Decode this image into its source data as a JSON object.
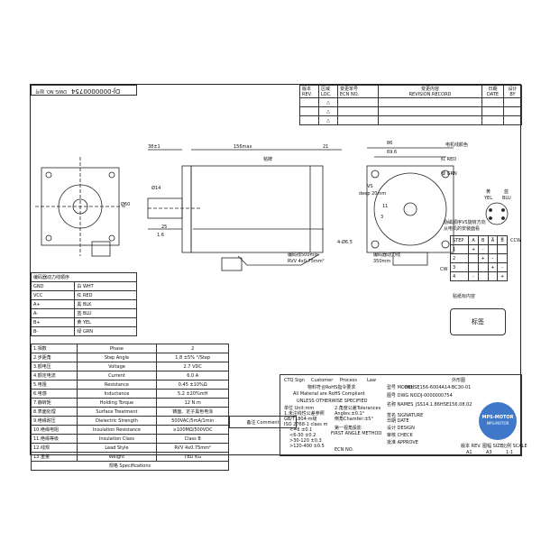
{
  "drawing_no_label": "DWG NO. 图号",
  "drawing_no": "DJ-0000000754",
  "revision_block": {
    "headers": [
      {
        "cn": "版本",
        "en": "REV."
      },
      {
        "cn": "区域",
        "en": "LOC."
      },
      {
        "cn": "变更单号",
        "en": "ECN NO."
      },
      {
        "cn": "变更内容",
        "en": "REVISION RECORD"
      },
      {
        "cn": "日期",
        "en": "DATE"
      },
      {
        "cn": "设计",
        "en": "BY"
      }
    ],
    "rows": [
      "△",
      "△",
      "△"
    ]
  },
  "dimensions": {
    "d38": "38±1",
    "d156": "156max",
    "d21": "21",
    "d86": "86",
    "d69": "69.6",
    "d25": "25",
    "d16": "1.6",
    "shaft": "Ø14",
    "boss": "Ø60",
    "holes": "4-Ø6.5",
    "lead_label": "铭牌",
    "vs": "VS",
    "deep": "deep 20mm",
    "val11": "11",
    "val3": "3",
    "cable1": "编码线500min",
    "cable1b": "RVV 4x0.75mm²",
    "cable2": "编码器动力线",
    "cable2b": "350mm"
  },
  "motor_wiring": {
    "title": "电机线颜色",
    "red": "红 RED",
    "grn": "绿 GRN",
    "yel_cn": "黄",
    "yel_en": "YEL",
    "blu_cn": "蓝",
    "blu_en": "BLU"
  },
  "step_table": {
    "title1": "励磁顺序VS旋转方向",
    "title2": "从电机的安装面看",
    "headers": [
      "STEP",
      "A",
      "B",
      "A̅",
      "B̅"
    ],
    "rows": [
      [
        "1",
        "+",
        "-",
        "",
        ""
      ],
      [
        "2",
        "",
        "+",
        "-",
        ""
      ],
      [
        "3",
        "",
        "",
        "+",
        "-"
      ],
      [
        "4",
        "-",
        "",
        "",
        "+"
      ]
    ],
    "ccw": "CCW",
    "cw": "CW"
  },
  "label_area": {
    "title": "贴纸标内容",
    "content": "标签"
  },
  "encoder_table": {
    "title": "编码器动力线顺序",
    "rows": [
      [
        "GND",
        "白 WHT"
      ],
      [
        "VCC",
        "红 RED"
      ],
      [
        "A+",
        "黑 BLK"
      ],
      [
        "A-",
        "蓝 BLU"
      ],
      [
        "B+",
        "黄 YEL"
      ],
      [
        "B-",
        "绿 GRN"
      ]
    ]
  },
  "specs": {
    "rows": [
      [
        "1.相数",
        "Phase",
        "2"
      ],
      [
        "2.步距角",
        "Step Angle",
        "1.8 ±5% °/Step"
      ],
      [
        "3.额电压",
        "Voltage",
        "2.7 VDC"
      ],
      [
        "4.额定电流",
        "Current",
        "6.0 A"
      ],
      [
        "5.电阻",
        "Resistance",
        "0.45 ±10%Ω"
      ],
      [
        "6.电感",
        "Inductance",
        "5.2 ±20%mH"
      ],
      [
        "7.静转矩",
        "Holding Torque",
        "12 N.m"
      ],
      [
        "8.表面处理",
        "Surface Treatment",
        "铸面、定子黑色电泳"
      ],
      [
        "9.绝缘耐压",
        "Dielectric Strength",
        "500VAC/5mA/1min"
      ],
      [
        "10.绝缘电阻",
        "Insulation Resistance",
        "≥100MΩ/500VDC"
      ],
      [
        "11.绝缘等级",
        "Insulation Class",
        "Class B"
      ],
      [
        "12.线规",
        "Lead Style",
        "RVV 4x0.75mm²"
      ],
      [
        "13.重量",
        "Weight",
        "TBD KG"
      ]
    ],
    "footer_spec": "规格 Specifications",
    "footer_comment": "备注 Comment"
  },
  "title_block": {
    "ctq_sign": "CTQ Sign",
    "customer": "Customer",
    "process": "Process",
    "law": "Law",
    "rohs_cn": "物料符合RoHS指令要求",
    "rohs_en": "All Material are RoHS Compliant",
    "unless": "UNLESS OTHERWISE SPECIFIED",
    "unit": "单位 Unit:mm",
    "std1": "1.未注线性公差参照",
    "std2": "GB/T1804-m级",
    "std3": "ISO 2768-1 class m",
    "tol": [
      [
        "<=6",
        "±0.1"
      ],
      [
        "<6-30",
        "±0.2"
      ],
      [
        ">30-120",
        "±0.3"
      ],
      [
        ">120-400",
        "±0.5"
      ]
    ],
    "angle1": "2.角度公差Tolerances",
    "angle2": "Angles:±0.1°",
    "angle3": "倒角Chamfer:±5°",
    "proj_cn": "第一视角投影",
    "proj_en": "FIRST ANGLE METHOD",
    "ecn": "ECN NO.",
    "appearance": "外形图",
    "model_label": "型号 MODEL",
    "model": "86HSE156-6004A14-BC30-01",
    "dwg_label": "图号 DWG NO.",
    "dwg": "DJ-0000000754",
    "names": "名称 NAMES",
    "sign": "签名 SIGNATURE",
    "date": "日期 DATE",
    "name_value": "JSS14.1.86HSE156.08.02",
    "design": "设计 DESIGN",
    "check": "审核 CHECK",
    "approve": "批准 APPROVE",
    "logo_text": "MPS-MOTOR",
    "logo_sub": "MPS-MOTOR",
    "ver_label": "版本 REV.",
    "size_label": "图幅 SIZE",
    "scale_label": "比例 SCALE",
    "ver": "A1",
    "size": "A3",
    "scale": "1:1"
  }
}
